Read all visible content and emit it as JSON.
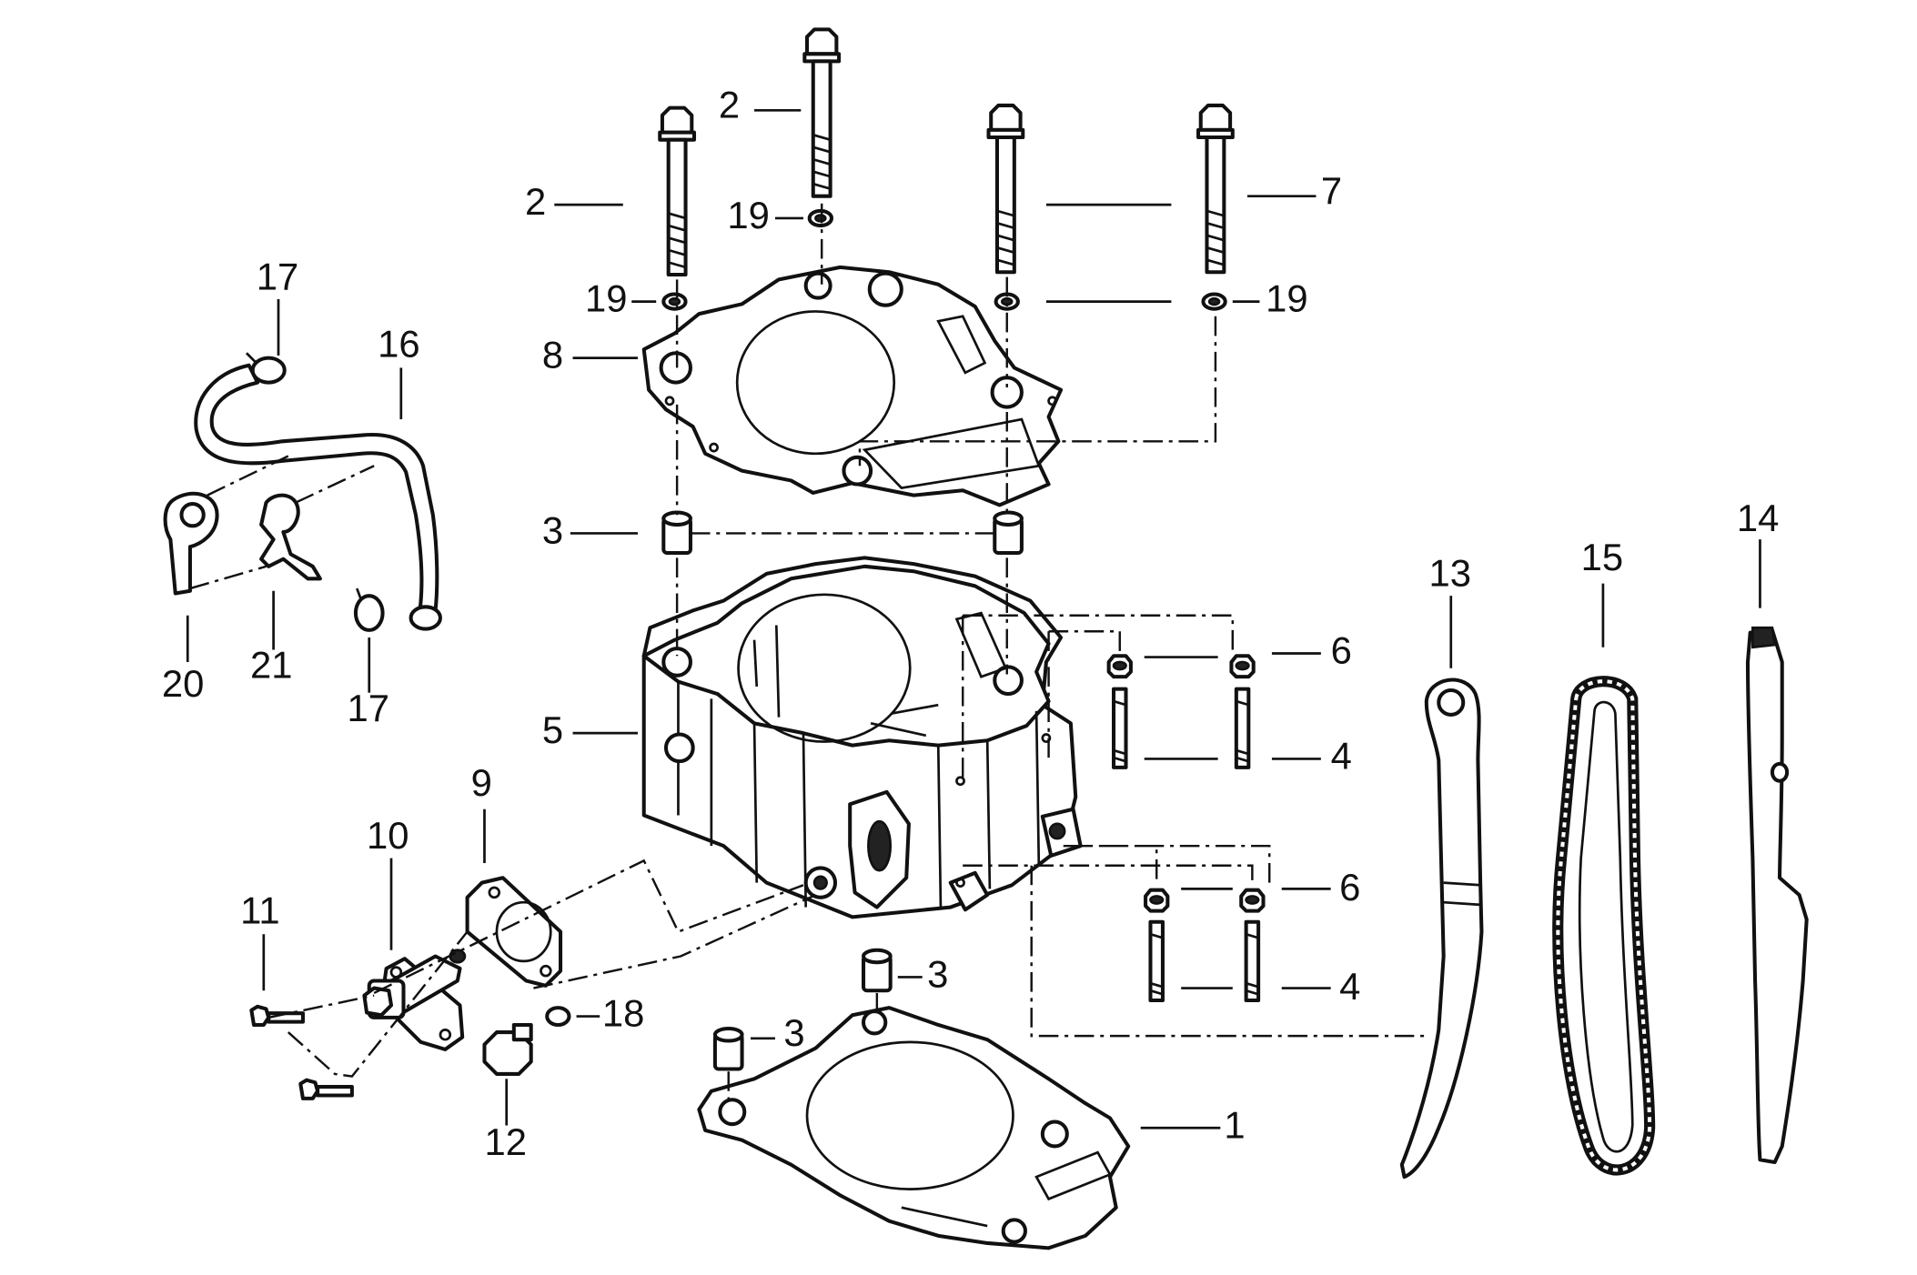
{
  "callouts": [
    {
      "id": "c1",
      "text": "1"
    },
    {
      "id": "c2a",
      "text": "2"
    },
    {
      "id": "c2b",
      "text": "2"
    },
    {
      "id": "c3a",
      "text": "3"
    },
    {
      "id": "c3b",
      "text": "3"
    },
    {
      "id": "c3c",
      "text": "3"
    },
    {
      "id": "c4a",
      "text": "4"
    },
    {
      "id": "c4b",
      "text": "4"
    },
    {
      "id": "c5",
      "text": "5"
    },
    {
      "id": "c6a",
      "text": "6"
    },
    {
      "id": "c6b",
      "text": "6"
    },
    {
      "id": "c7",
      "text": "7"
    },
    {
      "id": "c8",
      "text": "8"
    },
    {
      "id": "c9",
      "text": "9"
    },
    {
      "id": "c10",
      "text": "10"
    },
    {
      "id": "c11",
      "text": "11"
    },
    {
      "id": "c12",
      "text": "12"
    },
    {
      "id": "c13",
      "text": "13"
    },
    {
      "id": "c14",
      "text": "14"
    },
    {
      "id": "c15",
      "text": "15"
    },
    {
      "id": "c16",
      "text": "16"
    },
    {
      "id": "c17a",
      "text": "17"
    },
    {
      "id": "c17b",
      "text": "17"
    },
    {
      "id": "c18",
      "text": "18"
    },
    {
      "id": "c19a",
      "text": "19"
    },
    {
      "id": "c19b",
      "text": "19"
    },
    {
      "id": "c19c",
      "text": "19"
    },
    {
      "id": "c20",
      "text": "20"
    },
    {
      "id": "c21",
      "text": "21"
    }
  ]
}
